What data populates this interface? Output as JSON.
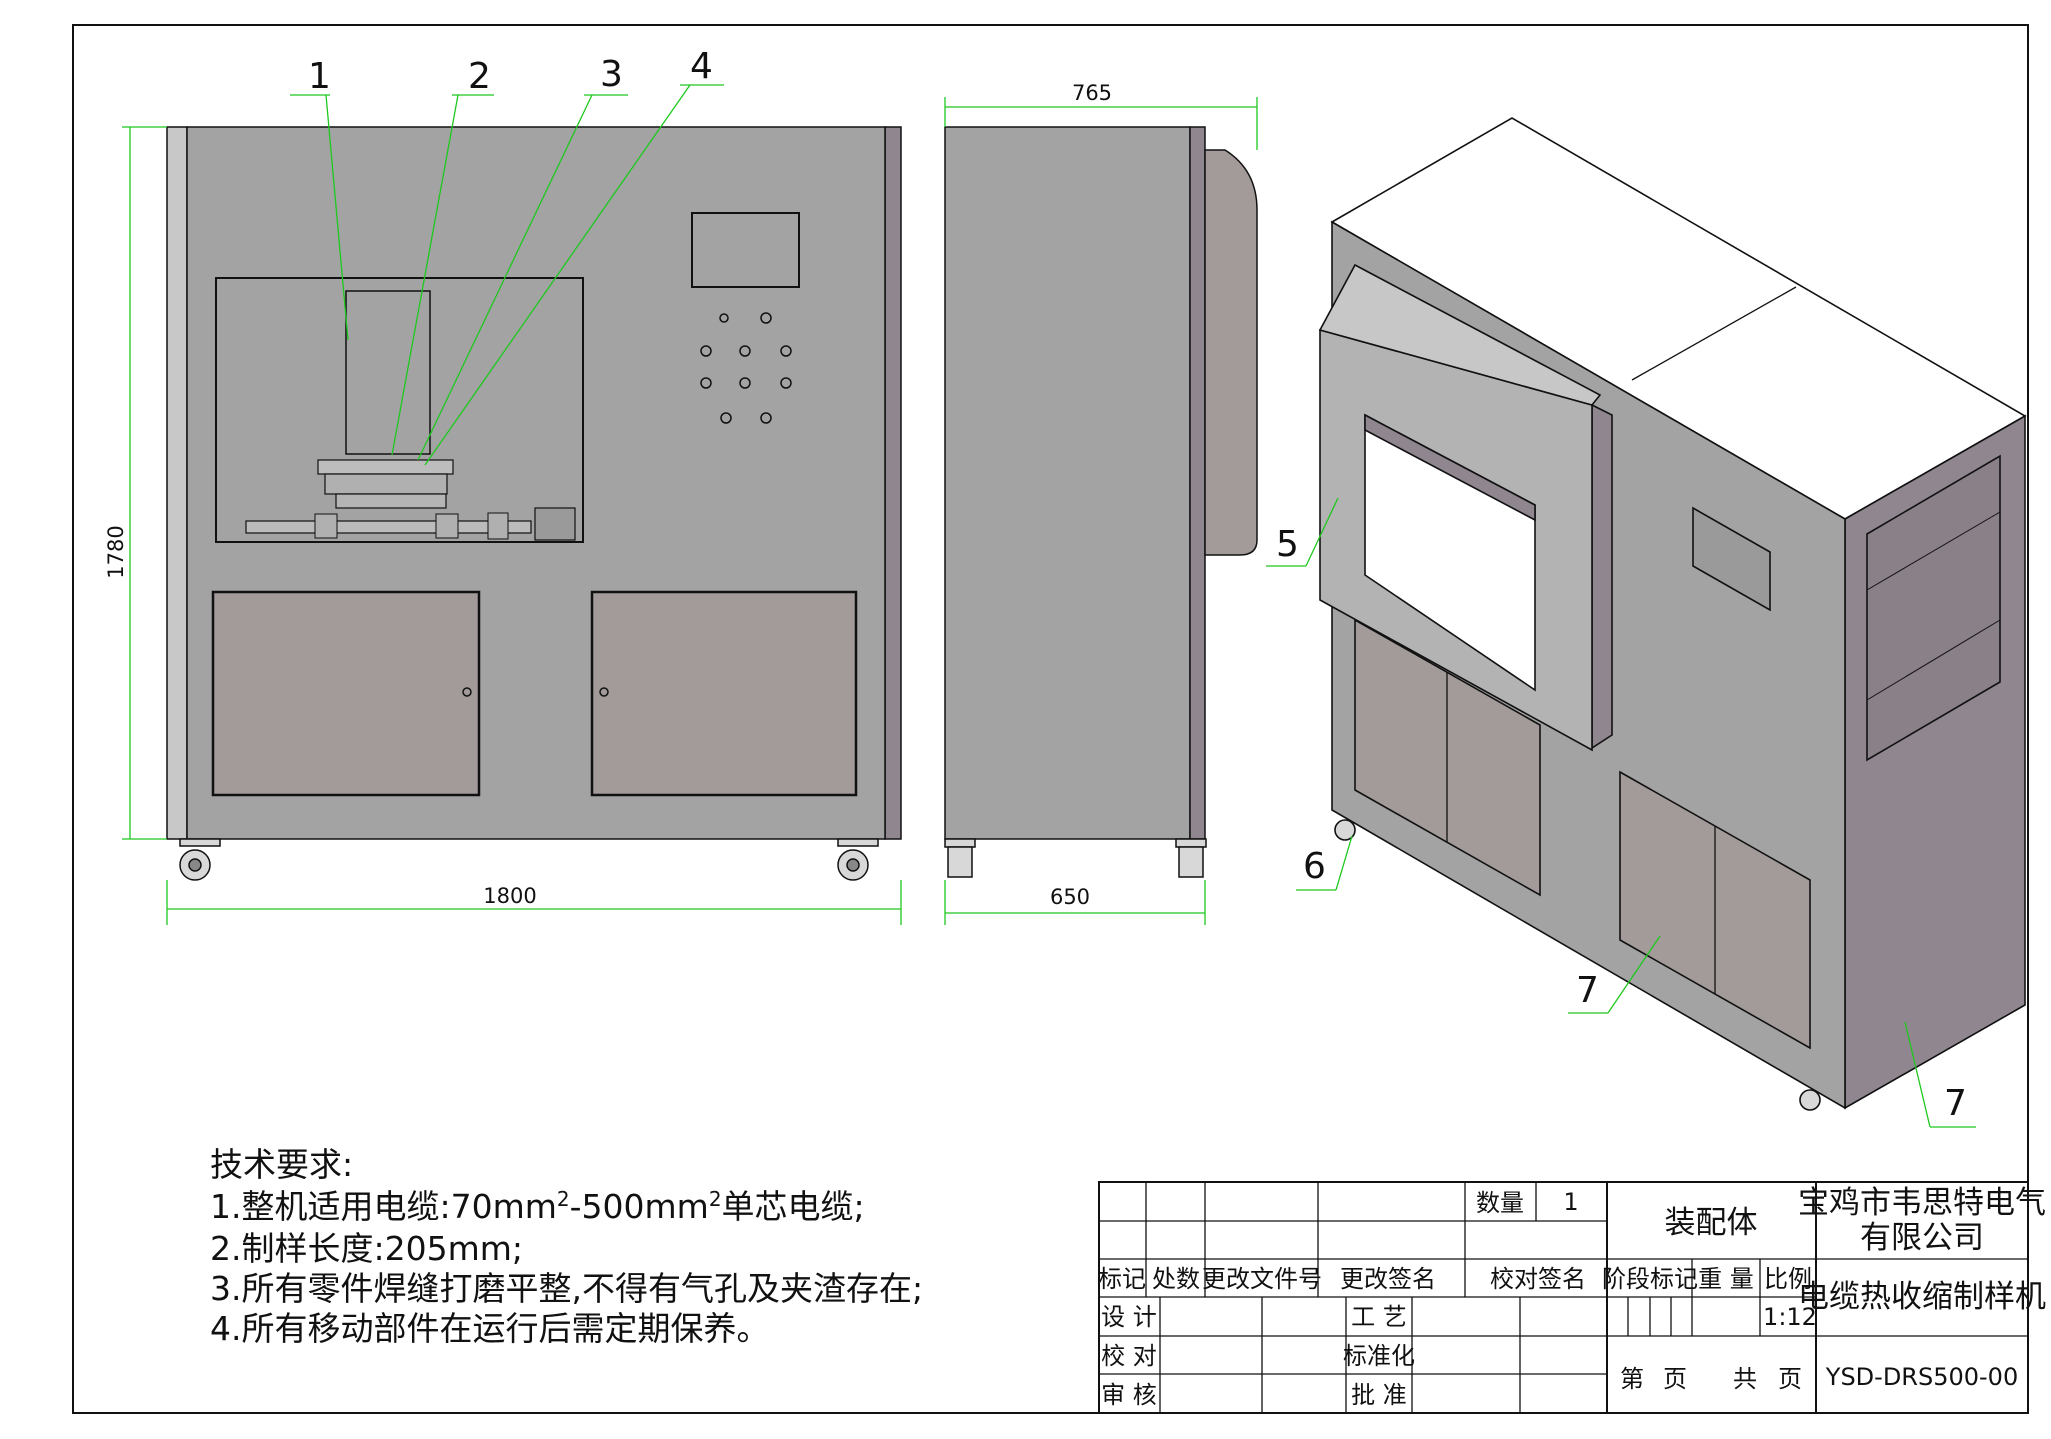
{
  "dimensions": {
    "front_width": "1800",
    "front_height": "1780",
    "side_top": "765",
    "side_bottom": "650"
  },
  "callouts": {
    "c1": "1",
    "c2": "2",
    "c3": "3",
    "c4": "4",
    "c5": "5",
    "c6": "6",
    "c7a": "7",
    "c7b": "7"
  },
  "tech_requirements": {
    "title": "技术要求:",
    "item1_pre": "1.整机适用电缆:70mm",
    "item1_sup1": "2",
    "item1_mid": "-500mm",
    "item1_sup2": "2",
    "item1_post": "单芯电缆;",
    "item2": "2.制样长度:205mm;",
    "item3": "3.所有零件焊缝打磨平整,不得有气孔及夹渣存在;",
    "item4": "4.所有移动部件在运行后需定期保养。"
  },
  "title_block": {
    "qty_label": "数量",
    "qty_value": "1",
    "assembly": "装配体",
    "company_line1": "宝鸡市韦思特电气",
    "company_line2": "有限公司",
    "col_mark": "标记",
    "col_count": "处数",
    "col_change_doc": "更改文件号",
    "col_change_sign": "更改签名",
    "col_check_sign": "校对签名",
    "col_stage": "阶段标记",
    "col_weight": "重 量",
    "col_scale": "比例",
    "scale_value": "1:12",
    "product_name": "电缆热收缩制样机",
    "design": "设 计",
    "check": "校 对",
    "review": "审 核",
    "process": "工 艺",
    "standardize": "标准化",
    "approve": "批 准",
    "sheet_no": "第",
    "sheet_page": "页",
    "total": "共",
    "total_page": "页",
    "drawing_no": "YSD-DRS500-00"
  },
  "colors": {
    "panel_gray": "#a3a3a3",
    "door_gray": "#a29b9a",
    "pillar_gray": "#c8c8c8",
    "purple_gray": "#8f8690",
    "dimension_green": "#1ec81e",
    "line_black": "#111111"
  }
}
